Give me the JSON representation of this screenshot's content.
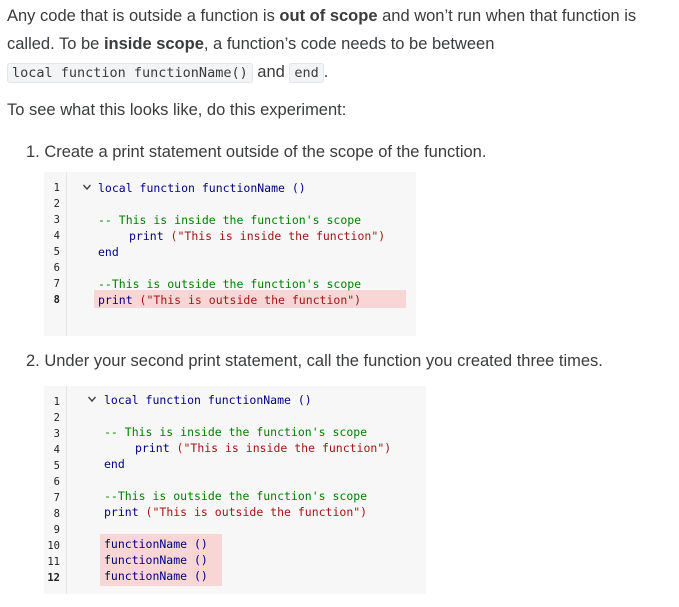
{
  "intro": {
    "p1_a": "Any code that is outside a function is ",
    "p1_b": "out of scope",
    "p1_c": " and won’t run when that function is called. To be ",
    "p1_d": "inside scope",
    "p1_e": ", a function’s code needs to be between ",
    "code_a": "local function functionName()",
    "p1_f": " and ",
    "code_b": "end",
    "p1_g": "."
  },
  "subhead": "To see what this looks like, do this experiment:",
  "step1": {
    "label": "1. Create a print statement outside of the scope of the function.",
    "line_numbers": [
      "1",
      "2",
      "3",
      "4",
      "5",
      "6",
      "7",
      "8"
    ],
    "lines": {
      "l1_kw": "local function",
      "l1_fn": " functionName ()",
      "l3_cm": "-- This is inside the function's scope",
      "l4_fn": "print",
      "l4_st": " (\"This is inside the function\")",
      "l5_kw": "end",
      "l7_cm": "--This is outside the function's scope",
      "l8_fn": "print",
      "l8_st": " (\"This is outside the function\")"
    }
  },
  "step2": {
    "label": "2. Under your second print statement, call the function you created three times.",
    "line_numbers": [
      "1",
      "2",
      "3",
      "4",
      "5",
      "6",
      "7",
      "8",
      "9",
      "10",
      "11",
      "12"
    ],
    "lines": {
      "l1_kw": "local function",
      "l1_fn": " functionName ()",
      "l3_cm": "-- This is inside the function's scope",
      "l4_fn": "print",
      "l4_st": " (\"This is inside the function\")",
      "l5_kw": "end",
      "l7_cm": "--This is outside the function's scope",
      "l8_fn": "print",
      "l8_st": " (\"This is outside the function\")",
      "l10": "functionName ()",
      "l11": "functionName ()",
      "l12": "functionName ()"
    }
  },
  "colors": {
    "highlight": "#f8d6d6",
    "code_bg": "#f7f7f7",
    "keyword": "#00008b",
    "comment": "#008000",
    "string": "#a31515"
  },
  "icons": {
    "fold": "chevron-down-icon"
  }
}
